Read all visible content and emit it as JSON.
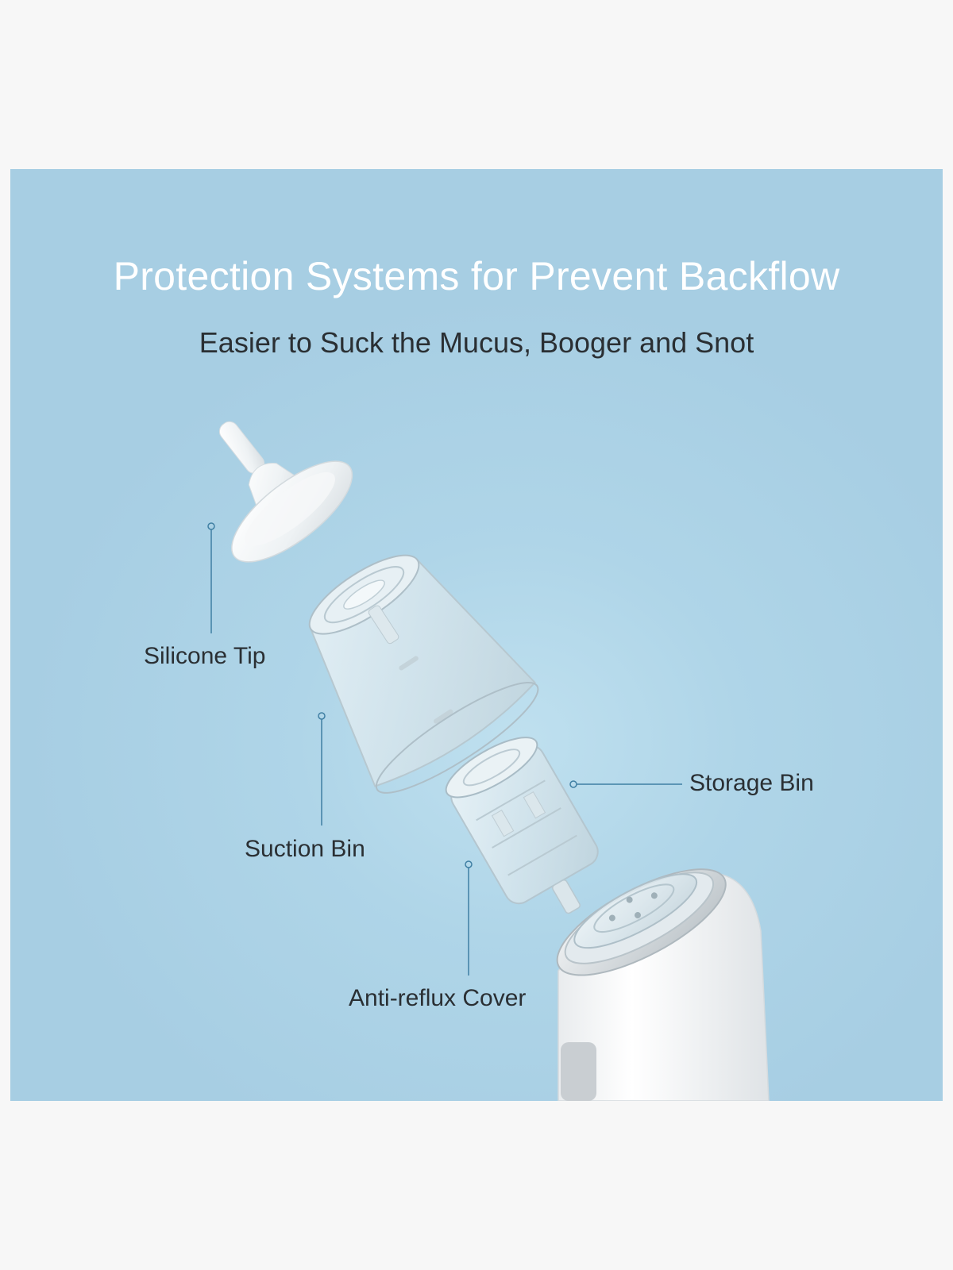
{
  "header": {
    "title": "Protection Systems for Prevent Backflow",
    "subtitle": "Easier to Suck the Mucus, Booger and Snot"
  },
  "parts": [
    {
      "label": "Silicone Tip"
    },
    {
      "label": "Suction Bin"
    },
    {
      "label": "Storage Bin"
    },
    {
      "label": "Anti-reflux Cover"
    }
  ],
  "colors": {
    "panel_background": "#a7cee3",
    "title_text": "#ffffff",
    "body_text": "#2a2f33",
    "callout_line": "#3f7fa3"
  }
}
